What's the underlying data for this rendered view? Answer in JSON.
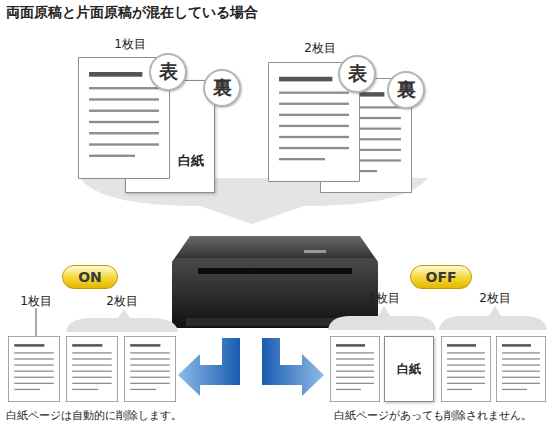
{
  "diagram": {
    "title": "両面原稿と片面原稿が混在している場合",
    "nodes": [
      {
        "text": [
          "表"
        ]
      },
      {
        "text": [
          "裏"
        ]
      },
      {
        "text": [
          "白紙"
        ]
      },
      {
        "text": [
          "表"
        ]
      },
      {
        "text": [
          "裏"
        ]
      },
      {
        "text": [
          "ON"
        ]
      },
      {
        "text": [
          "OFF"
        ]
      },
      {
        "text": [
          "白紙"
        ]
      }
    ],
    "labels": [
      "1枚目",
      "2枚目",
      "1枚目",
      "2枚目",
      "1枚目",
      "2枚目",
      "白紙ページは自動的に削除します。",
      "白紙ページがあっても削除されません。"
    ]
  }
}
